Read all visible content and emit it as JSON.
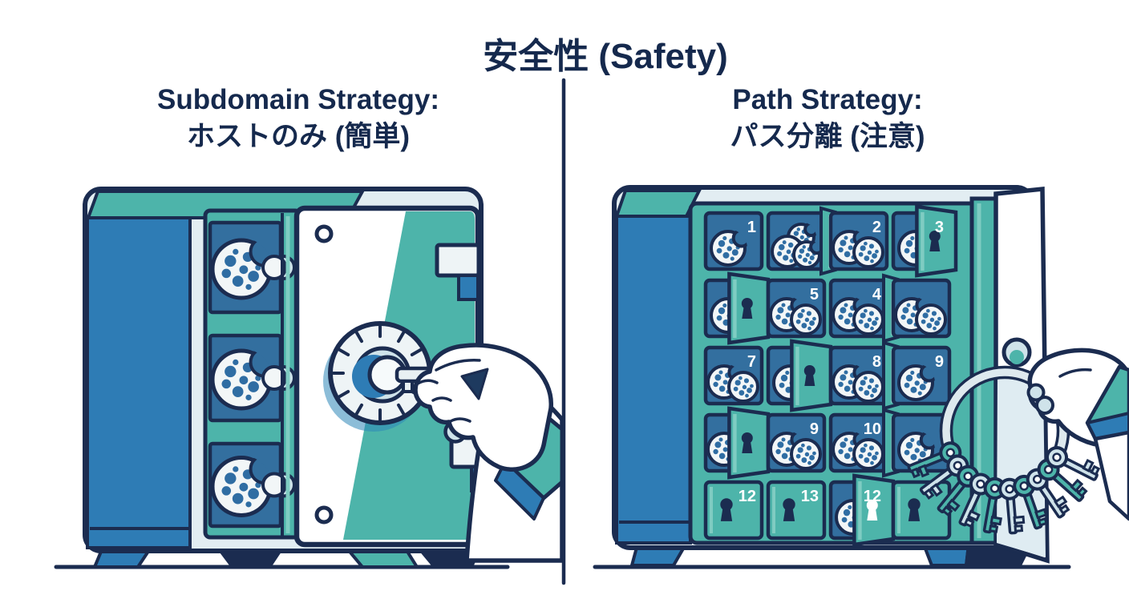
{
  "title": "安全性 (Safety)",
  "left_panel": {
    "heading_line1": "Subdomain Strategy:",
    "heading_line2": "ホストのみ (簡単)"
  },
  "right_panel": {
    "heading_line1": "Path Strategy:",
    "heading_line2": "パス分離 (注意)"
  },
  "left_safe": {
    "description": "single vault with one dial lock, one key, shelves of cookies",
    "shelves": [
      {
        "cookies": 1
      },
      {
        "cookies": 1
      },
      {
        "cookies": 1
      }
    ],
    "key_count": 1
  },
  "right_safe": {
    "description": "vault of many numbered lockers, each with its own keyhole, opened by a large keyring",
    "lockers": [
      [
        {
          "num": "1",
          "cookies": 1
        },
        {
          "num": "",
          "cookies": 3,
          "door": "ajar"
        },
        {
          "num": "2",
          "cookies": 2
        },
        {
          "num": "3",
          "cookies": 1,
          "door": "half",
          "keyhole": "navy"
        }
      ],
      [
        {
          "num": "",
          "cookies": 1,
          "door": "half",
          "keyhole": "navy"
        },
        {
          "num": "5",
          "cookies": 2
        },
        {
          "num": "4",
          "cookies": 2,
          "door": "ajar"
        },
        {
          "num": "",
          "cookies": 2
        }
      ],
      [
        {
          "num": "7",
          "cookies": 2
        },
        {
          "num": "",
          "cookies": 1,
          "door": "half",
          "keyhole": "navy"
        },
        {
          "num": "8",
          "cookies": 2,
          "door": "ajar"
        },
        {
          "num": "9",
          "cookies": 1
        }
      ],
      [
        {
          "num": "",
          "cookies": 2,
          "door": "half",
          "keyhole": "navy"
        },
        {
          "num": "9",
          "cookies": 2
        },
        {
          "num": "10",
          "cookies": 2,
          "door": "ajar"
        },
        {
          "num": "",
          "cookies": 1
        }
      ],
      [
        {
          "num": "12",
          "closed": true
        },
        {
          "num": "13",
          "closed": true
        },
        {
          "num": "12",
          "cookies": 1,
          "door": "half",
          "keyhole": "white"
        },
        {
          "num": "",
          "closed": true
        }
      ]
    ],
    "key_count": 10
  },
  "colors": {
    "navy": "#1b2c50",
    "blue": "#2e7cb5",
    "teal": "#4db4aa",
    "teal_light": "#7fccc2",
    "locker_blue": "#336f9f",
    "light": "#e2edf2",
    "pale_blue": "#cfe3ea",
    "cookie": "#f2f6f7",
    "chip": "#2f6da3",
    "white": "#ffffff"
  }
}
